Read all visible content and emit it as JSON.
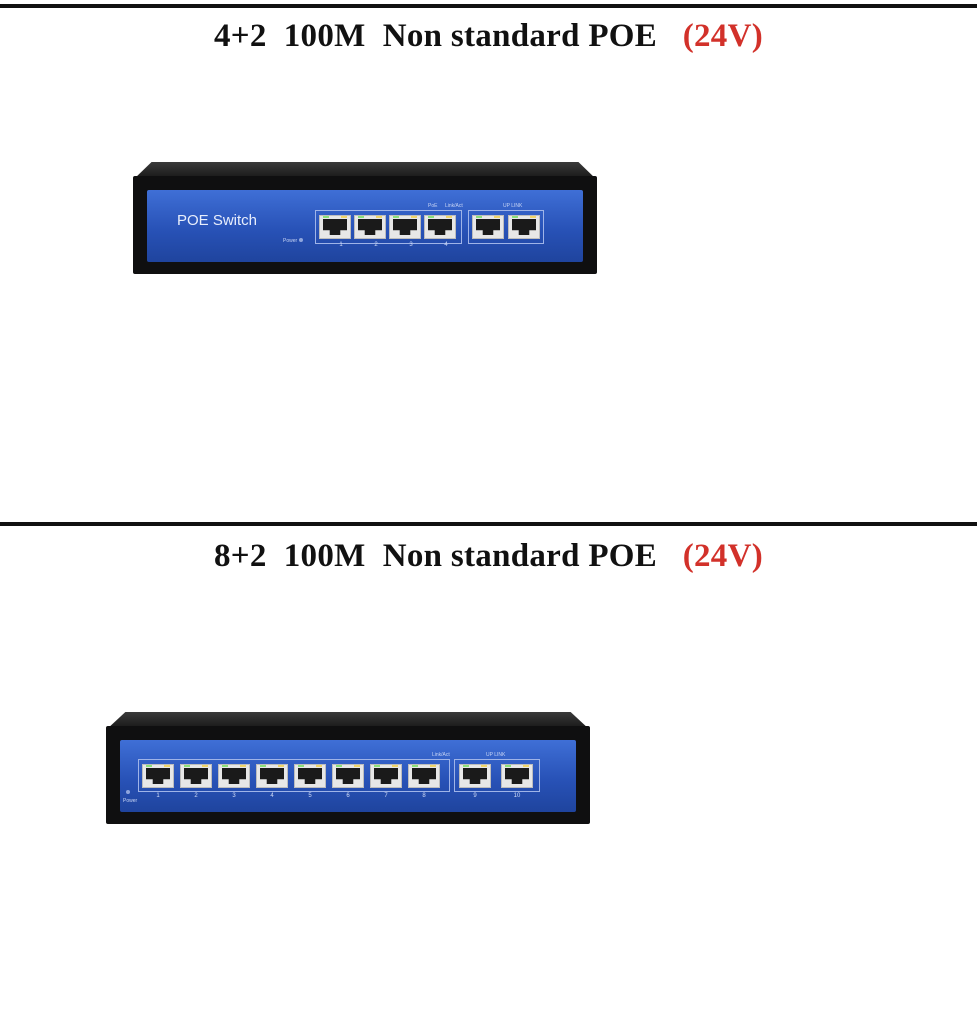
{
  "sections": [
    {
      "title_main": "4+2  100M  Non standard POE   ",
      "title_voltage": "(24V)",
      "device": {
        "brand_label": "POE Switch",
        "power_label": "Power",
        "poe_label": "PoE",
        "link_label": "Link/Act",
        "uplink_label": "UP LINK",
        "port_numbers": [
          "1",
          "2",
          "3",
          "4"
        ]
      }
    },
    {
      "title_main": "8+2  100M  Non standard POE   ",
      "title_voltage": "(24V)",
      "device": {
        "power_label": "Power",
        "link_label": "Link/Act",
        "uplink_label": "UP LINK",
        "port_numbers": [
          "1",
          "2",
          "3",
          "4",
          "5",
          "6",
          "7",
          "8",
          "9",
          "10"
        ]
      }
    }
  ],
  "colors": {
    "voltage": "#d2312a",
    "panel": "#2852b7",
    "divider": "#111111"
  }
}
